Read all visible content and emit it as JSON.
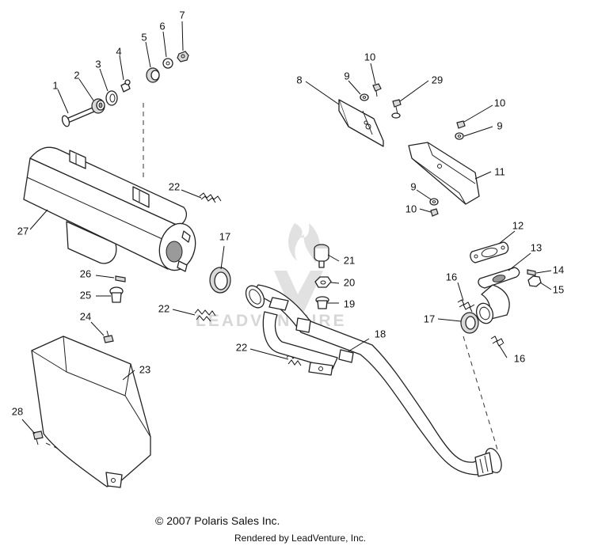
{
  "callouts": {
    "c1": "1",
    "c2": "2",
    "c3": "3",
    "c4": "4",
    "c5": "5",
    "c6": "6",
    "c7": "7",
    "c8": "8",
    "c9a": "9",
    "c9b": "9",
    "c9c": "9",
    "c10a": "10",
    "c10b": "10",
    "c10c": "10",
    "c11": "11",
    "c12": "12",
    "c13": "13",
    "c14": "14",
    "c15": "15",
    "c16a": "16",
    "c16b": "16",
    "c17a": "17",
    "c17b": "17",
    "c18": "18",
    "c19": "19",
    "c20": "20",
    "c21": "21",
    "c22a": "22",
    "c22b": "22",
    "c22c": "22",
    "c23": "23",
    "c24": "24",
    "c25": "25",
    "c26": "26",
    "c27": "27",
    "c28": "28",
    "c29": "29"
  },
  "watermark": "LEADVENTURE",
  "footer": {
    "copyright": "© 2007 Polaris Sales Inc.",
    "rendered_by": "Rendered by LeadVenture, Inc."
  }
}
